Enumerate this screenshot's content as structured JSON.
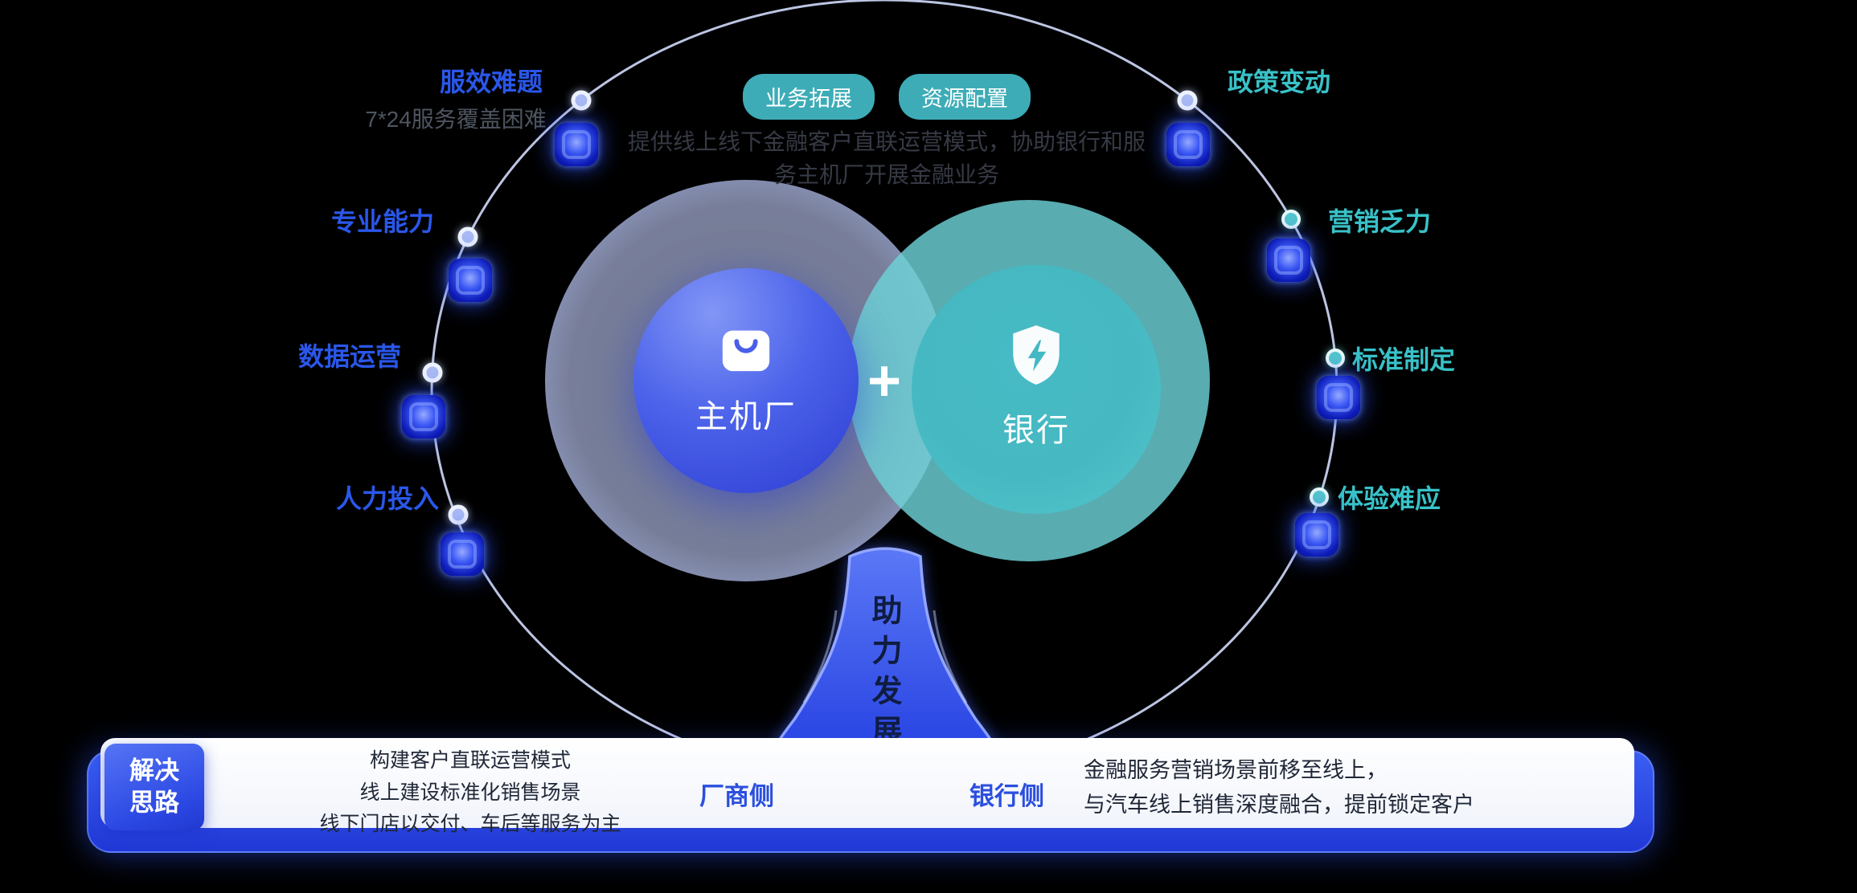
{
  "header": {
    "pills": [
      "业务拓展",
      "资源配置"
    ],
    "description": [
      "提供线上线下金融客户直联运营模式，协助银行和服",
      "务主机厂开展金融业务"
    ]
  },
  "venn": {
    "factory_label": "主机厂",
    "bank_label": "银行",
    "plus": "+"
  },
  "left_items": [
    {
      "label": "服效难题",
      "sub": "7*24服务覆盖困难"
    },
    {
      "label": "专业能力"
    },
    {
      "label": "数据运营"
    },
    {
      "label": "人力投入"
    }
  ],
  "right_items": [
    {
      "label": "政策变动"
    },
    {
      "label": "营销乏力"
    },
    {
      "label": "标准制定"
    },
    {
      "label": "体验难应"
    }
  ],
  "trunk": {
    "text": "助力发展"
  },
  "solution": {
    "badge": [
      "解决",
      "思路"
    ],
    "factory_side": {
      "lines": [
        "构建客户直联运营模式",
        "线上建设标准化销售场景",
        "线下门店以交付、车后等服务为主"
      ],
      "label": "厂商侧"
    },
    "bank_side": {
      "label": "银行侧",
      "lines": [
        "金融服务营销场景前移至线上，",
        "与汽车线上销售深度融合，提前锁定客户"
      ]
    }
  },
  "icons": {
    "factory": "bag-icon",
    "bank": "shield-lightning-icon",
    "nodes": "glow-node-icon"
  },
  "colors": {
    "accent_blue": "#2A57EA",
    "accent_teal": "#38C2C8",
    "pill_teal": "#3DACB7",
    "circle_blue": "#3D55E4",
    "circle_teal": "#55C6CC",
    "bar_blue": "#2B4AE5",
    "background": "#000000"
  }
}
